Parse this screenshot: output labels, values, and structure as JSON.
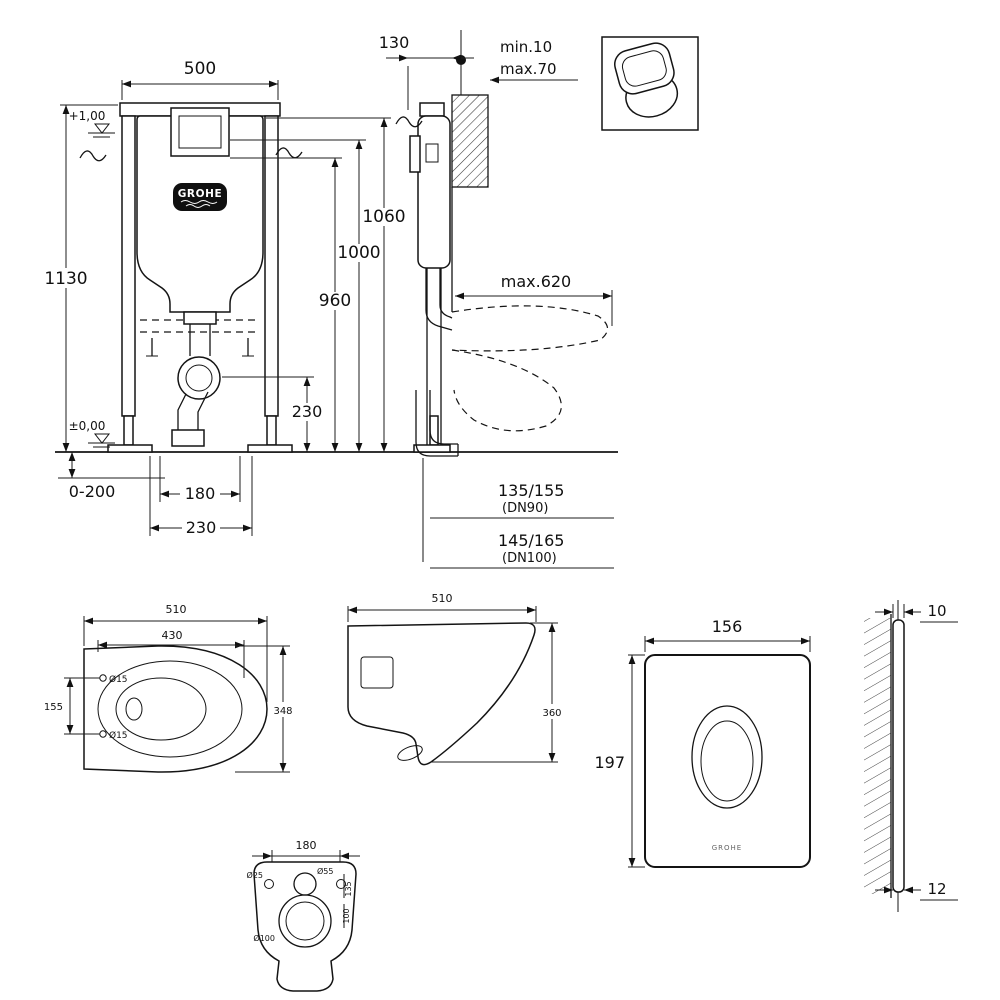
{
  "front_view": {
    "dim_width_top": "500",
    "dim_height_left": "1130",
    "level_top": "+1,00",
    "level_bottom": "±0,00",
    "dim_960": "960",
    "dim_1000": "1000",
    "dim_1060": "1060",
    "dim_drain_height": "230",
    "dim_feet_range": "0-200",
    "dim_stud_spacing": "180",
    "dim_bottom_230": "230",
    "brand": "GROHE"
  },
  "side_view": {
    "dim_depth_top": "130",
    "wall_min": "min.10",
    "wall_max": "max.70",
    "dim_max_620": "max.620",
    "outlet_dn90": "135/155",
    "outlet_dn90_label": "(DN90)",
    "outlet_dn100": "145/165",
    "outlet_dn100_label": "(DN100)"
  },
  "bowl_top_view": {
    "dim_length": "510",
    "dim_seat": "430",
    "dim_holes": "155",
    "dim_width": "348",
    "hole_top": "Ø15",
    "hole_bottom": "Ø15"
  },
  "bowl_side_view": {
    "dim_length": "510",
    "dim_height": "360"
  },
  "bowl_back_view": {
    "dim_width": "180",
    "hole_small": "Ø25",
    "hole_flush": "Ø55",
    "dim_135": "135",
    "dim_100": "100",
    "hole_drain": "Ø100"
  },
  "flush_plate": {
    "dim_width": "156",
    "dim_height": "197",
    "dim_depth_top": "10",
    "dim_depth_bottom": "12",
    "brand": "GROHE"
  }
}
